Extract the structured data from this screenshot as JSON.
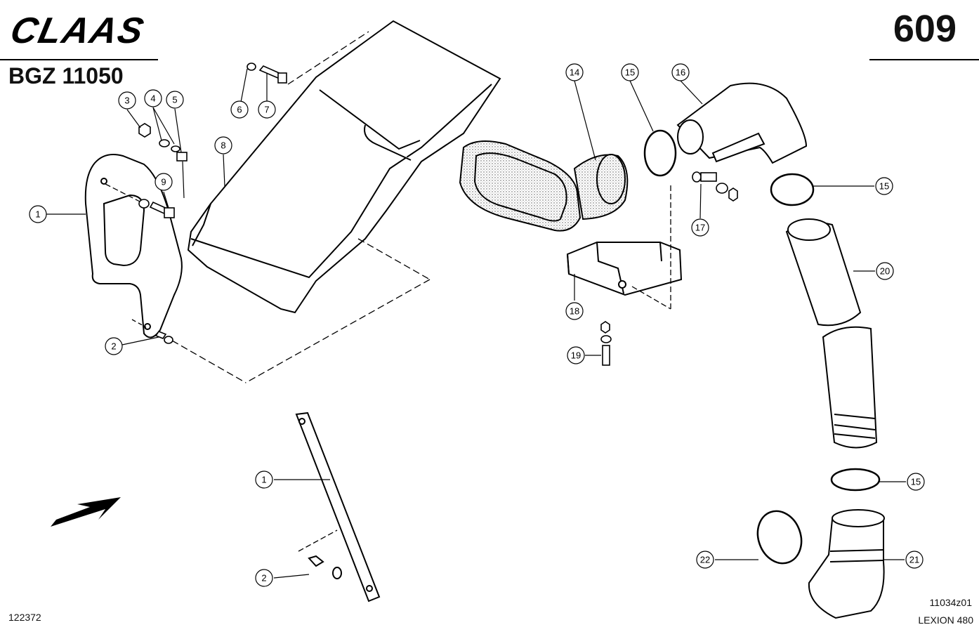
{
  "header": {
    "brand": "CLAAS",
    "page_number": "609",
    "doc_code": "BGZ 11050"
  },
  "footer": {
    "drawing_id": "122372",
    "figure_code": "11034z01",
    "model": "LEXION 480"
  },
  "callouts": [
    "1",
    "2",
    "3",
    "4",
    "5",
    "6",
    "7",
    "8",
    "9",
    "14",
    "15",
    "16",
    "17",
    "18",
    "19",
    "20",
    "21",
    "22"
  ]
}
